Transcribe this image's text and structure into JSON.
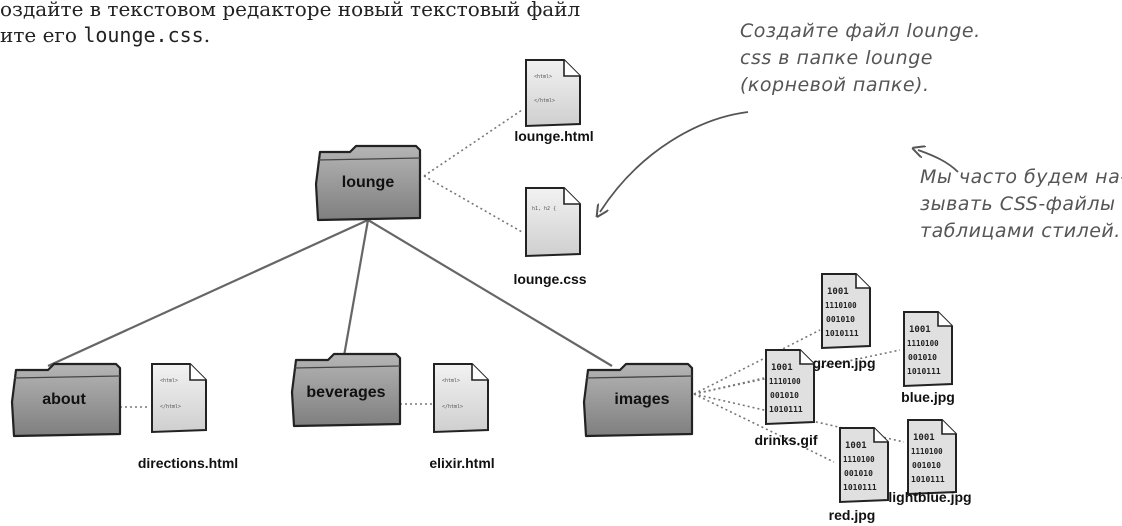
{
  "intro": {
    "line1": "оздайте в текстовом редакторе новый текстовый файл",
    "line2_prefix": "ите его ",
    "line2_file": "lounge.css",
    "line2_suffix": "."
  },
  "annotations": {
    "create_file": [
      "Создайте файл lounge.",
      "css в папке lounge",
      "(корневой папке)."
    ],
    "stylesheets": [
      "Мы часто будем на-",
      "зывать CSS-файлы",
      "таблицами стилей."
    ]
  },
  "folders": {
    "lounge": "lounge",
    "about": "about",
    "beverages": "beverages",
    "images": "images"
  },
  "files": {
    "lounge_html": "lounge.html",
    "lounge_css": "lounge.css",
    "directions_html": "directions.html",
    "elixir_html": "elixir.html",
    "green_jpg": "green.jpg",
    "blue_jpg": "blue.jpg",
    "drinks_gif": "drinks.gif",
    "red_jpg": "red.jpg",
    "lightblue_jpg": "lightblue.jpg"
  },
  "doc_snippets": {
    "html_open": "<html>",
    "html_close": "</html>",
    "css_text": "h1, h2 {"
  },
  "binary_rows": [
    "1001",
    "1110100",
    "001010",
    "1010111"
  ],
  "colors": {
    "folder_fill": "#9a9a9a",
    "folder_stroke": "#222222",
    "line": "#666666",
    "dotted": "#777777",
    "doc_fill": "#e6e6e6",
    "annotation": "#555555"
  }
}
